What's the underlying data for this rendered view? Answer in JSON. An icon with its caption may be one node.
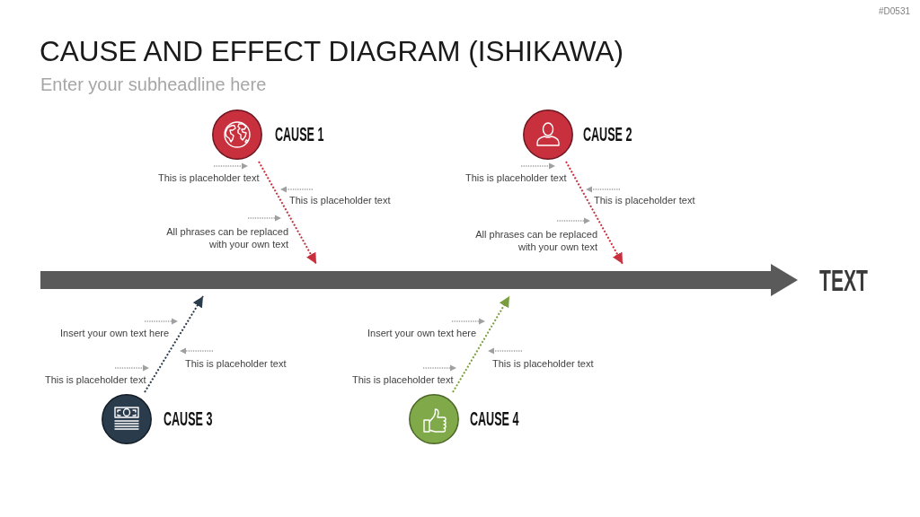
{
  "diagram": {
    "title": "CAUSE AND EFFECT DIAGRAM (ISHIKAWA)",
    "nodes": [
      {
        "text": [
          "CAUSE 1"
        ]
      },
      {
        "text": [
          "CAUSE 2"
        ]
      },
      {
        "text": [],
        "shape": "arrow",
        "beside": [
          "TEXT"
        ]
      },
      {
        "text": [
          "CAUSE 3"
        ]
      },
      {
        "text": [
          "CAUSE 4"
        ]
      }
    ],
    "edges": [
      {
        "from": 0,
        "to": 2,
        "arrow": "to",
        "style": "dashed",
        "color": "#c8303e"
      },
      {
        "from": 1,
        "to": 2,
        "arrow": "to",
        "style": "dashed",
        "color": "#c8303e"
      },
      {
        "from": 3,
        "to": 2,
        "arrow": "to",
        "style": "dashed",
        "color": "#2a3b4c"
      },
      {
        "from": 4,
        "to": 2,
        "arrow": "to",
        "style": "dashed",
        "color": "#7a9e3f"
      }
    ],
    "labels": [
      "#D0531",
      "Enter your subheadline here",
      "This is placeholder text",
      "This is placeholder text",
      "This is placeholder text",
      "This is placeholder text",
      "All phrases can be replaced with your own text",
      "All phrases can be replaced with your own text",
      "Insert your own text here",
      "Insert your own text here",
      "This is placeholder text",
      "This is placeholder text",
      "This is placeholder text",
      "This is placeholder text"
    ]
  }
}
